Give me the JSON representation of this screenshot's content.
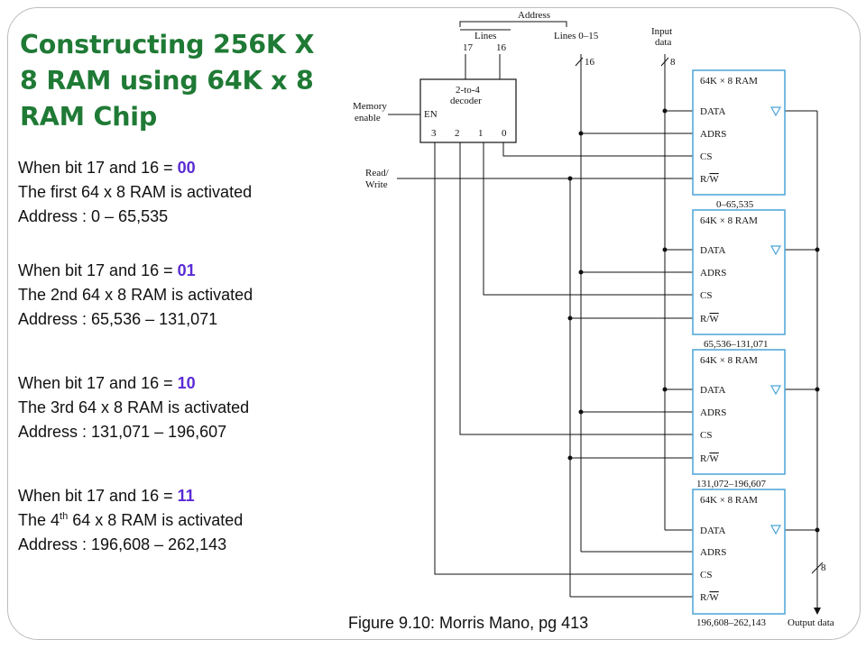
{
  "slide": {
    "title": "Constructing 256K X 8 RAM using 64K x 8 RAM Chip",
    "blocks": [
      {
        "prefix": "When bit 17 and 16 = ",
        "bits": "00",
        "line2": "The first 64 x 8 RAM is activated",
        "line3": "Address : 0 – 65,535"
      },
      {
        "prefix": "When bit 17 and 16 = ",
        "bits": "01",
        "line2": "The 2nd 64 x 8 RAM is activated",
        "line3": "Address : 65,536 – 131,071"
      },
      {
        "prefix": "When bit 17 and 16 = ",
        "bits": "10",
        "line2": "The 3rd 64 x 8 RAM is activated",
        "line3": "Address : 131,071 – 196,607"
      },
      {
        "prefix": "When bit 17 and 16 = ",
        "bits": "11",
        "line2a": "The 4",
        "line2sup": "th",
        "line2b": " 64 x 8 RAM is activated",
        "line3": "Address : 196,608 – 262,143"
      }
    ],
    "caption": "Figure 9.10: Morris Mano, pg 413",
    "colors": {
      "title": "#1f7a35",
      "bits": "#5a2bd4",
      "chip_border": "#4aa3d8",
      "wires": "#111111"
    }
  },
  "diagram": {
    "address_label": "Address",
    "lines_label": "Lines",
    "bit17": "17",
    "bit16": "16",
    "lines015_label": "Lines 0–15",
    "bus16": "16",
    "input_label1": "Input",
    "input_label2": "data",
    "bus8_in": "8",
    "memory_label1": "Memory",
    "memory_label2": "enable",
    "rw_label1": "Read/",
    "rw_label2": "Write",
    "decoder_label1": "2-to-4",
    "decoder_label2": "decoder",
    "decoder_en": "EN",
    "decoder_outputs": [
      "3",
      "2",
      "1",
      "0"
    ],
    "chip_title": "64K × 8 RAM",
    "pin_data": "DATA",
    "pin_adrs": "ADRS",
    "pin_cs": "CS",
    "pin_r": "R/",
    "pin_w": "W",
    "ranges": [
      "0–65,535",
      "65,536–131,071",
      "131,072–196,607",
      "196,608–262,143"
    ],
    "bus8_out": "8",
    "output_label": "Output data"
  }
}
